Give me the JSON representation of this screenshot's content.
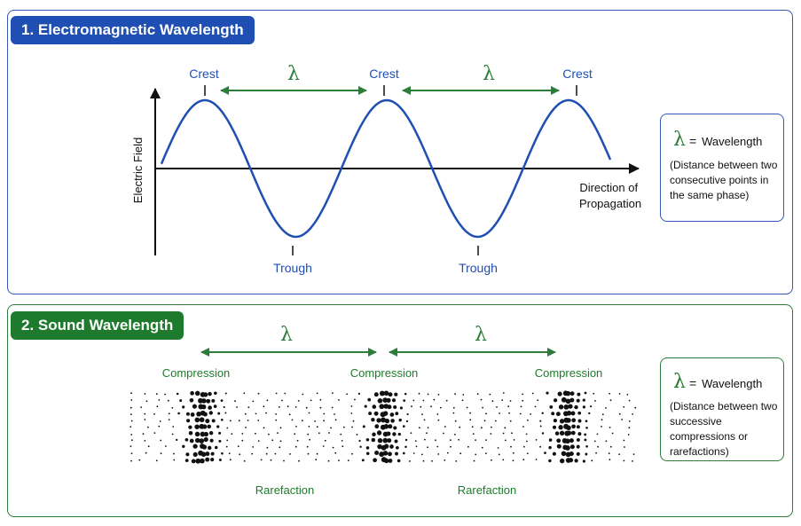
{
  "em": {
    "title": "1. Electromagnetic Wavelength",
    "y_axis_label": "Electric Field",
    "x_axis_label": [
      "Direction of",
      "Propagation"
    ],
    "crest_label": "Crest",
    "trough_label": "Trough",
    "lambda_symbol": "λ",
    "legend": {
      "symbol": "λ",
      "equals": "=",
      "word": "Wavelength",
      "description": "(Distance between two consecutive points in the same phase)"
    },
    "colors": {
      "wave": "#1f4fb3",
      "arrow": "#2d7d3a",
      "label": "#1f4fb3"
    }
  },
  "sound": {
    "title": "2. Sound Wavelength",
    "compression_label": "Compression",
    "rarefaction_label": "Rarefaction",
    "lambda_symbol": "λ",
    "legend": {
      "symbol": "λ",
      "equals": "=",
      "word": "Wavelength",
      "description": "(Distance between two successive compressions or rarefactions)"
    },
    "colors": {
      "label": "#1e7a2c",
      "arrow": "#2d7d3a",
      "dots": "#111111"
    }
  }
}
